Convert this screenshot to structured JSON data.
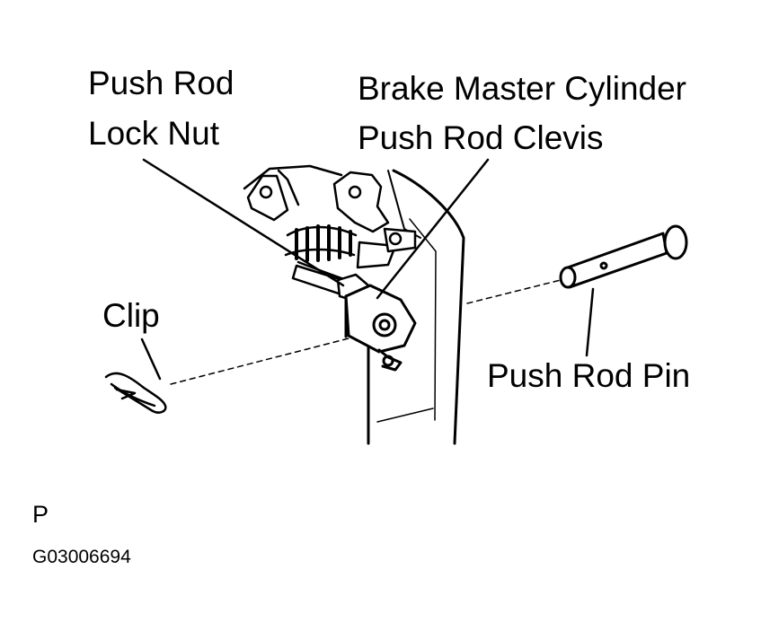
{
  "labels": {
    "push_rod_lock_nut": [
      "Push Rod",
      "Lock Nut"
    ],
    "brake_master_cylinder_push_rod_clevis": [
      "Brake Master Cylinder",
      "Push Rod Clevis"
    ],
    "clip": "Clip",
    "push_rod_pin": "Push Rod Pin"
  },
  "footer": {
    "view_mark": "P",
    "figure_code": "G03006694"
  },
  "colors": {
    "ink": "#000000",
    "paper": "#ffffff"
  }
}
